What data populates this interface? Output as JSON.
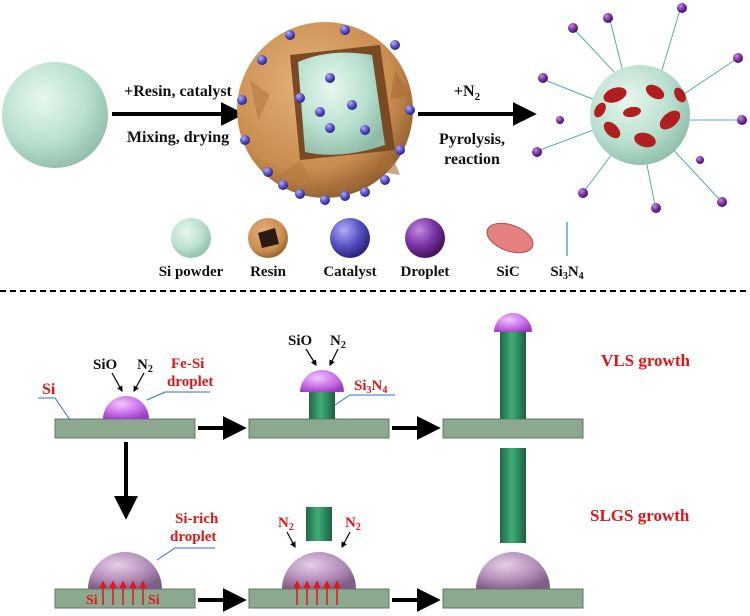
{
  "process": {
    "step1_label_top": "+Resin, catalyst",
    "step1_label_bottom": "Mixing, drying",
    "step2_label_top": "+N",
    "step2_label_top_sub": "2",
    "step2_label_bottom_1": "Pyrolysis,",
    "step2_label_bottom_2": "reaction"
  },
  "legend": {
    "si_powder": "Si powder",
    "resin": "Resin",
    "catalyst": "Catalyst",
    "droplet": "Droplet",
    "sic": "SiC",
    "si3n4_main": "Si",
    "si3n4_sub1": "3",
    "si3n4_mid": "N",
    "si3n4_sub2": "4"
  },
  "mechanism": {
    "si_label": "Si",
    "sio_label_1": "SiO",
    "n2_label": "N",
    "n2_sub": "2",
    "fesi_line1": "Fe-Si",
    "fesi_line2": "droplet",
    "sio_label_2": "SiO",
    "si3n4_tag_main": "Si",
    "si3n4_tag_sub1": "3",
    "si3n4_tag_mid": "N",
    "si3n4_tag_sub2": "4",
    "sirich_line1": "Si-rich",
    "sirich_line2": "droplet",
    "si_left": "Si",
    "si_right": "Si",
    "vls_title": "VLS growth",
    "slgs_title": "SLGS growth"
  },
  "colors": {
    "si_powder": "#b9e0cf",
    "resin": "#c98c4f",
    "catalyst": "#5b55c8",
    "droplet_purple": "#c870e8",
    "sirich": "#b28db8",
    "sic": "#b01e20",
    "substrate": "#8ca88f",
    "nanowire": "#2f8a5c",
    "label_red": "#e11616",
    "leader_blue": "#2f6fd0"
  }
}
